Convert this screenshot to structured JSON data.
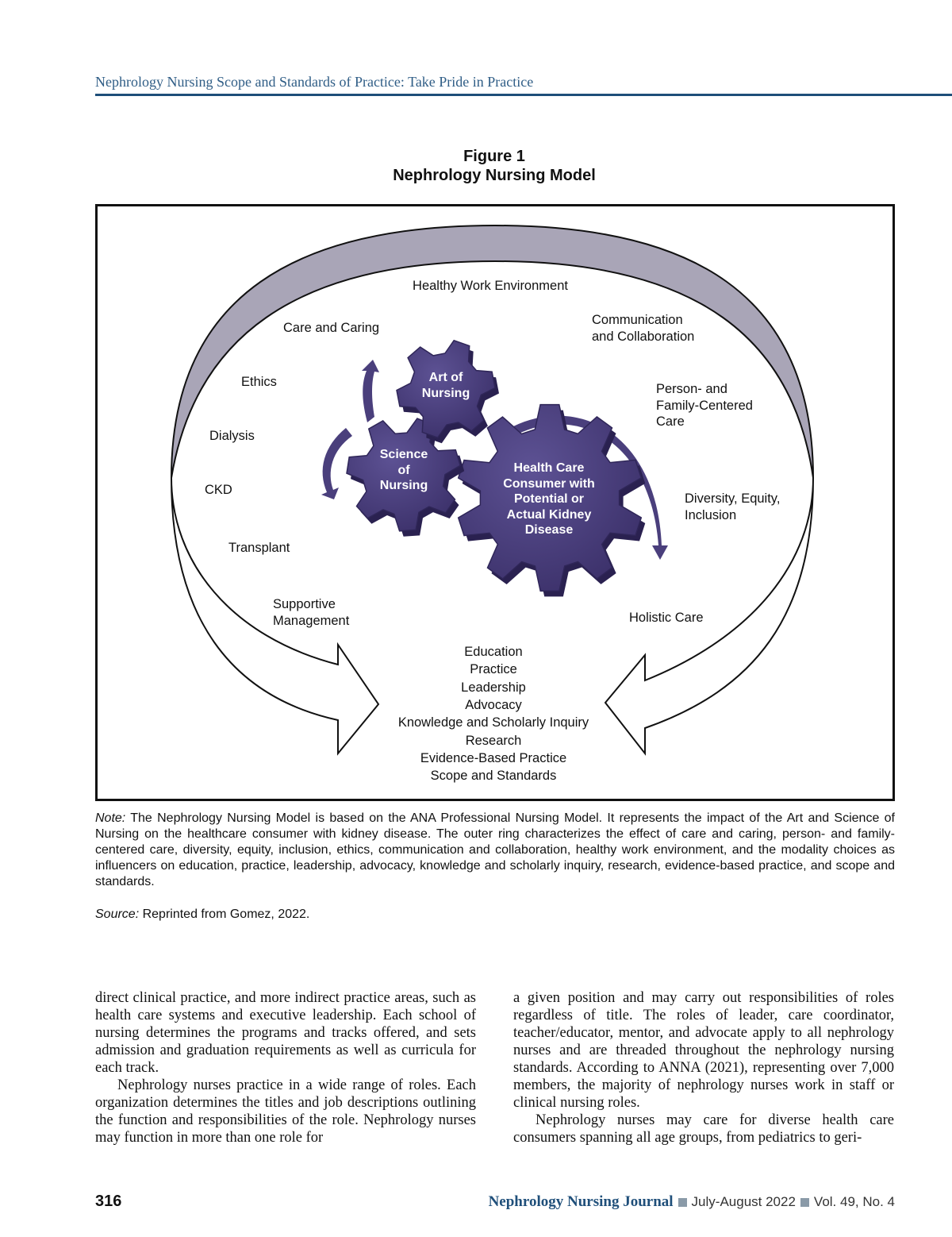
{
  "header": {
    "running_title": "Nephrology Nursing Scope and Standards of Practice: Take Pride in Practice"
  },
  "figure": {
    "label": "Figure 1",
    "title": "Nephrology Nursing Model",
    "ring_labels": {
      "healthy_work": "Healthy Work Environment",
      "care_caring": "Care and Caring",
      "communication": [
        "Communication",
        "and Collaboration"
      ],
      "ethics": "Ethics",
      "person_family": [
        "Person- and",
        "Family-Centered",
        "Care"
      ],
      "dialysis": "Dialysis",
      "ckd": "CKD",
      "diversity": [
        "Diversity, Equity,",
        "Inclusion"
      ],
      "transplant": "Transplant",
      "supportive": [
        "Supportive",
        "Management"
      ],
      "holistic": "Holistic Care"
    },
    "gears": {
      "art": [
        "Art of",
        "Nursing"
      ],
      "science": [
        "Science",
        "of",
        "Nursing"
      ],
      "consumer": [
        "Health Care",
        "Consumer with",
        "Potential or",
        "Actual Kidney",
        "Disease"
      ]
    },
    "outcomes": [
      "Education",
      "Practice",
      "Leadership",
      "Advocacy",
      "Knowledge and Scholarly Inquiry",
      "Research",
      "Evidence-Based Practice",
      "Scope and Standards"
    ],
    "colors": {
      "gear": "#463a78",
      "ring": "#a9a5b7",
      "header_blue": "#2f5d86"
    }
  },
  "note": {
    "label": "Note:",
    "text": " The Nephrology Nursing Model is based on the ANA Professional Nursing Model. It represents the impact of the Art and Science of Nursing on the healthcare consumer with kidney disease. The outer ring characterizes the effect of care and caring, person- and family-centered care, diversity, equity, inclusion, ethics, communication and collaboration, healthy work environment, and the modality choices as influencers on education, practice, leadership, advocacy, knowledge and scholarly inquiry, research, evidence-based practice, and scope and standards."
  },
  "source": {
    "label": "Source:",
    "text": " Reprinted from Gomez, 2022."
  },
  "body": {
    "left": [
      "direct clinical practice, and more indirect practice areas, such as health care systems and executive leadership. Each school of nursing determines the programs and tracks offered, and sets admission and graduation requirements as well as curricula for each track.",
      "Nephrology nurses practice in a wide range of roles. Each organization determines the titles and job descriptions outlining the function and responsibilities of the role. Nephrology nurses may function in more than one role for"
    ],
    "right": [
      "a given position and may carry out responsibilities of roles regardless of title. The roles of leader, care coordinator, teacher/educator, mentor, and advocate apply to all nephrology nurses and are threaded throughout the nephrology nursing standards. According to ANNA (2021), representing over 7,000 members, the majority of nephrology nurses work in staff or clinical nursing roles.",
      "Nephrology nurses may care for diverse health care consumers spanning all age groups, from pediatrics to geri-"
    ]
  },
  "footer": {
    "page_number": "316",
    "journal": "Nephrology Nursing Journal",
    "issue": "July-August 2022",
    "volume": "Vol. 49, No. 4"
  }
}
